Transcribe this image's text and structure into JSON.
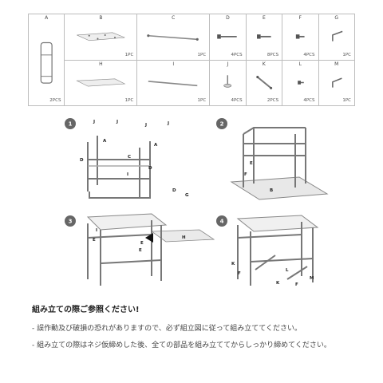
{
  "parts_table": {
    "parts": [
      {
        "letter": "A",
        "qty": "2PCS"
      },
      {
        "letter": "B",
        "qty": "1PC"
      },
      {
        "letter": "C",
        "qty": "1PC"
      },
      {
        "letter": "D",
        "qty": "4PCS"
      },
      {
        "letter": "E",
        "qty": "8PCS"
      },
      {
        "letter": "F",
        "qty": "4PCS"
      },
      {
        "letter": "G",
        "qty": "1PC"
      },
      {
        "letter": "H",
        "qty": "1PC"
      },
      {
        "letter": "I",
        "qty": "1PC"
      },
      {
        "letter": "J",
        "qty": "4PCS"
      },
      {
        "letter": "K",
        "qty": "2PCS"
      },
      {
        "letter": "L",
        "qty": "4PCS"
      },
      {
        "letter": "M",
        "qty": "1PC"
      }
    ]
  },
  "steps": [
    {
      "number": "1",
      "labels": [
        "J",
        "J",
        "J",
        "J",
        "A",
        "A",
        "C",
        "D",
        "D",
        "I",
        "D",
        "G"
      ]
    },
    {
      "number": "2",
      "labels": [
        "E",
        "F",
        "B"
      ]
    },
    {
      "number": "3",
      "labels": [
        "I",
        "H",
        "E",
        "E",
        "E"
      ]
    },
    {
      "number": "4",
      "labels": [
        "K",
        "F",
        "K",
        "L",
        "M",
        "F"
      ]
    }
  ],
  "notice": {
    "title": "組み立ての際ご参照ください!",
    "lines": [
      "- 誤作動及び破損の恐れがありますので、必ず組立図に従って組み立ててください。",
      "- 組み立ての際はネジ仮締めした後、全ての部品を組み立ててからしっかり締めてください。"
    ]
  }
}
